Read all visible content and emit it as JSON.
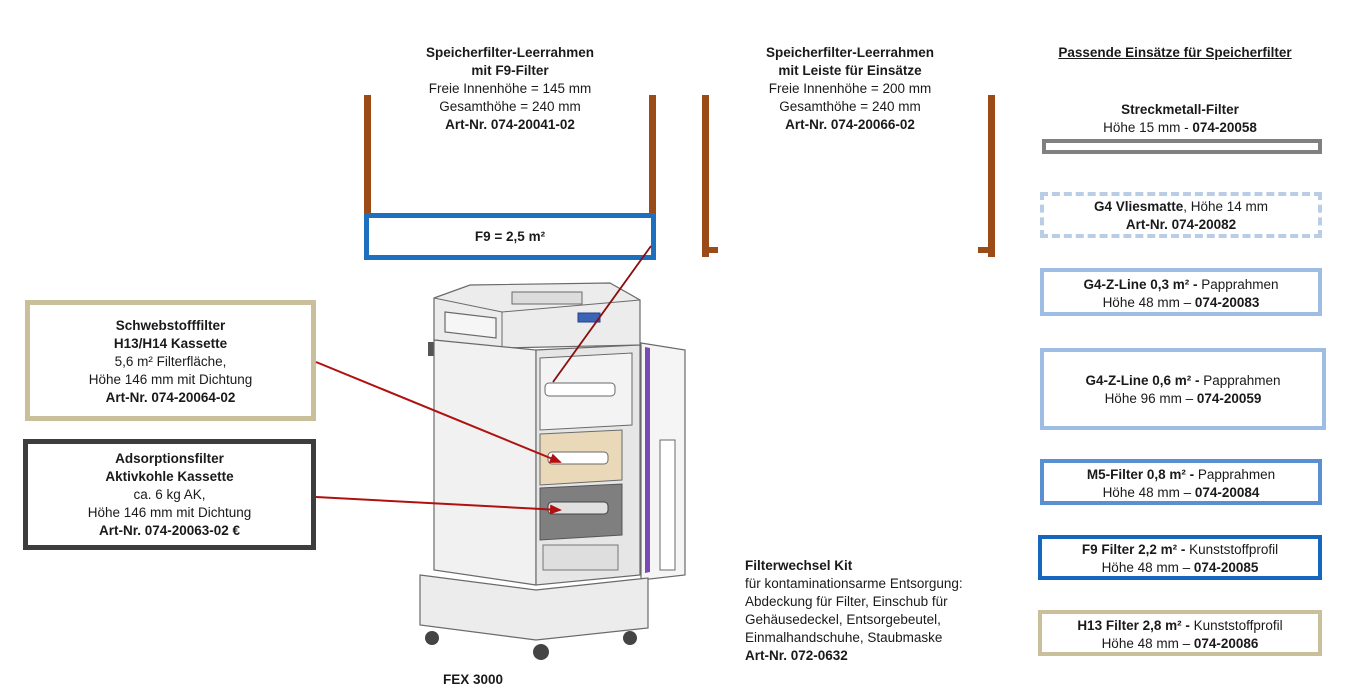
{
  "colors": {
    "frame_brown": "#9a4b17",
    "f9_blue": "#1f6fbf",
    "h13_beige": "#c9bf9b",
    "carbon_dark": "#3d3d3d",
    "arrow_red": "#b01010",
    "streck_gray": "#808080",
    "vlies_dash": "#b9cde6",
    "g4_light_blue": "#9dbde4",
    "m5_blue": "#5a8fd0",
    "f9_filter_blue": "#1666c0",
    "h13_filter_beige": "#c9bf9b"
  },
  "frame1": {
    "title1": "Speicherfilter-Leerrahmen",
    "title2": "mit F9-Filter",
    "line3": "Freie Innenhöhe = 145 mm",
    "line4": "Gesamthöhe = 240 mm",
    "art": "Art-Nr. 074-20041-02",
    "f9_box": "F9 = 2,5 m²"
  },
  "frame2": {
    "title1": "Speicherfilter-Leerrahmen",
    "title2": "mit Leiste für Einsätze",
    "line3": "Freie Innenhöhe = 200 mm",
    "line4": "Gesamthöhe = 240 mm",
    "art": "Art-Nr. 074-20066-02"
  },
  "inserts": {
    "heading": "Passende Einsätze für Speicherfilter",
    "streck": {
      "name": "Streckmetall-Filter",
      "line2_prefix": "Höhe 15 mm - ",
      "art": "074-20058"
    },
    "vlies": {
      "name": "G4 Vliesmatte",
      "name_suffix": ", Höhe 14 mm",
      "art": "Art-Nr. 074-20082"
    },
    "g4_03": {
      "name": "G4-Z-Line 0,3 m² -",
      "name_suffix": " Papprahmen",
      "line2_prefix": "Höhe 48 mm – ",
      "art": "074-20083"
    },
    "g4_06": {
      "name": "G4-Z-Line 0,6 m² -",
      "name_suffix": " Papprahmen",
      "line2_prefix": "Höhe 96 mm – ",
      "art": "074-20059"
    },
    "m5": {
      "name": "M5-Filter 0,8 m² -",
      "name_suffix": " Papprahmen",
      "line2_prefix": "Höhe 48 mm – ",
      "art": "074-20084"
    },
    "f9": {
      "name": "F9 Filter 2,2 m² -",
      "name_suffix": "  Kunststoffprofil",
      "line2_prefix": "Höhe 48 mm – ",
      "art": "074-20085"
    },
    "h13": {
      "name": "H13 Filter 2,8 m² -",
      "name_suffix": "  Kunststoffprofil",
      "line2_prefix": "Höhe 48 mm – ",
      "art": "074-20086"
    }
  },
  "hepa": {
    "title1": "Schwebstofffilter",
    "title2": "H13/H14 Kassette",
    "line3": "5,6 m² Filterfläche,",
    "line4": "Höhe 146 mm mit Dichtung",
    "art": "Art-Nr. 074-20064-02"
  },
  "carbon": {
    "title1": "Adsorptionsfilter",
    "title2": "Aktivkohle Kassette",
    "line3": "ca. 6 kg AK,",
    "line4": "Höhe 146 mm mit Dichtung",
    "art": "Art-Nr. 074-20063-02 €"
  },
  "kit": {
    "title": "Filterwechsel Kit",
    "line2": "für kontaminationsarme Entsorgung:",
    "line3": "Abdeckung für Filter, Einschub für",
    "line4": "Gehäusedeckel, Entsorgebeutel,",
    "line5": "Einmalhandschuhe, Staubmaske",
    "art": "Art-Nr. 072-0632"
  },
  "device": {
    "label": "FEX 3000"
  }
}
